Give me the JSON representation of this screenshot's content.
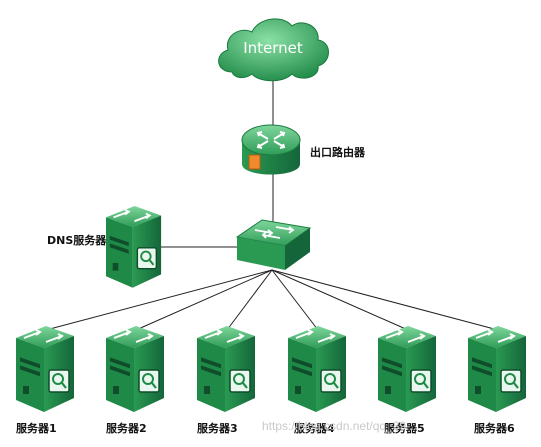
{
  "colors": {
    "device_dark": "#1b7a40",
    "device_mid": "#2e9a55",
    "device_light": "#6cc98a",
    "line": "#222222",
    "watermark": "#c9c9c9",
    "router_port": "#f08a2c"
  },
  "internet": {
    "label": "Internet",
    "icon": "cloud-icon"
  },
  "router": {
    "label": "出口路由器",
    "icon": "router-icon"
  },
  "switch": {
    "icon": "switch-icon"
  },
  "dns_server": {
    "label": "DNS服务器",
    "icon": "server-icon"
  },
  "servers": [
    {
      "label": "服务器1",
      "icon": "server-icon"
    },
    {
      "label": "服务器2",
      "icon": "server-icon"
    },
    {
      "label": "服务器3",
      "icon": "server-icon"
    },
    {
      "label": "服务器4",
      "icon": "server-icon"
    },
    {
      "label": "服务器5",
      "icon": "server-icon"
    },
    {
      "label": "服务器6",
      "icon": "server-icon"
    }
  ],
  "watermark": "https://blog.csdn.net/qq_39..."
}
